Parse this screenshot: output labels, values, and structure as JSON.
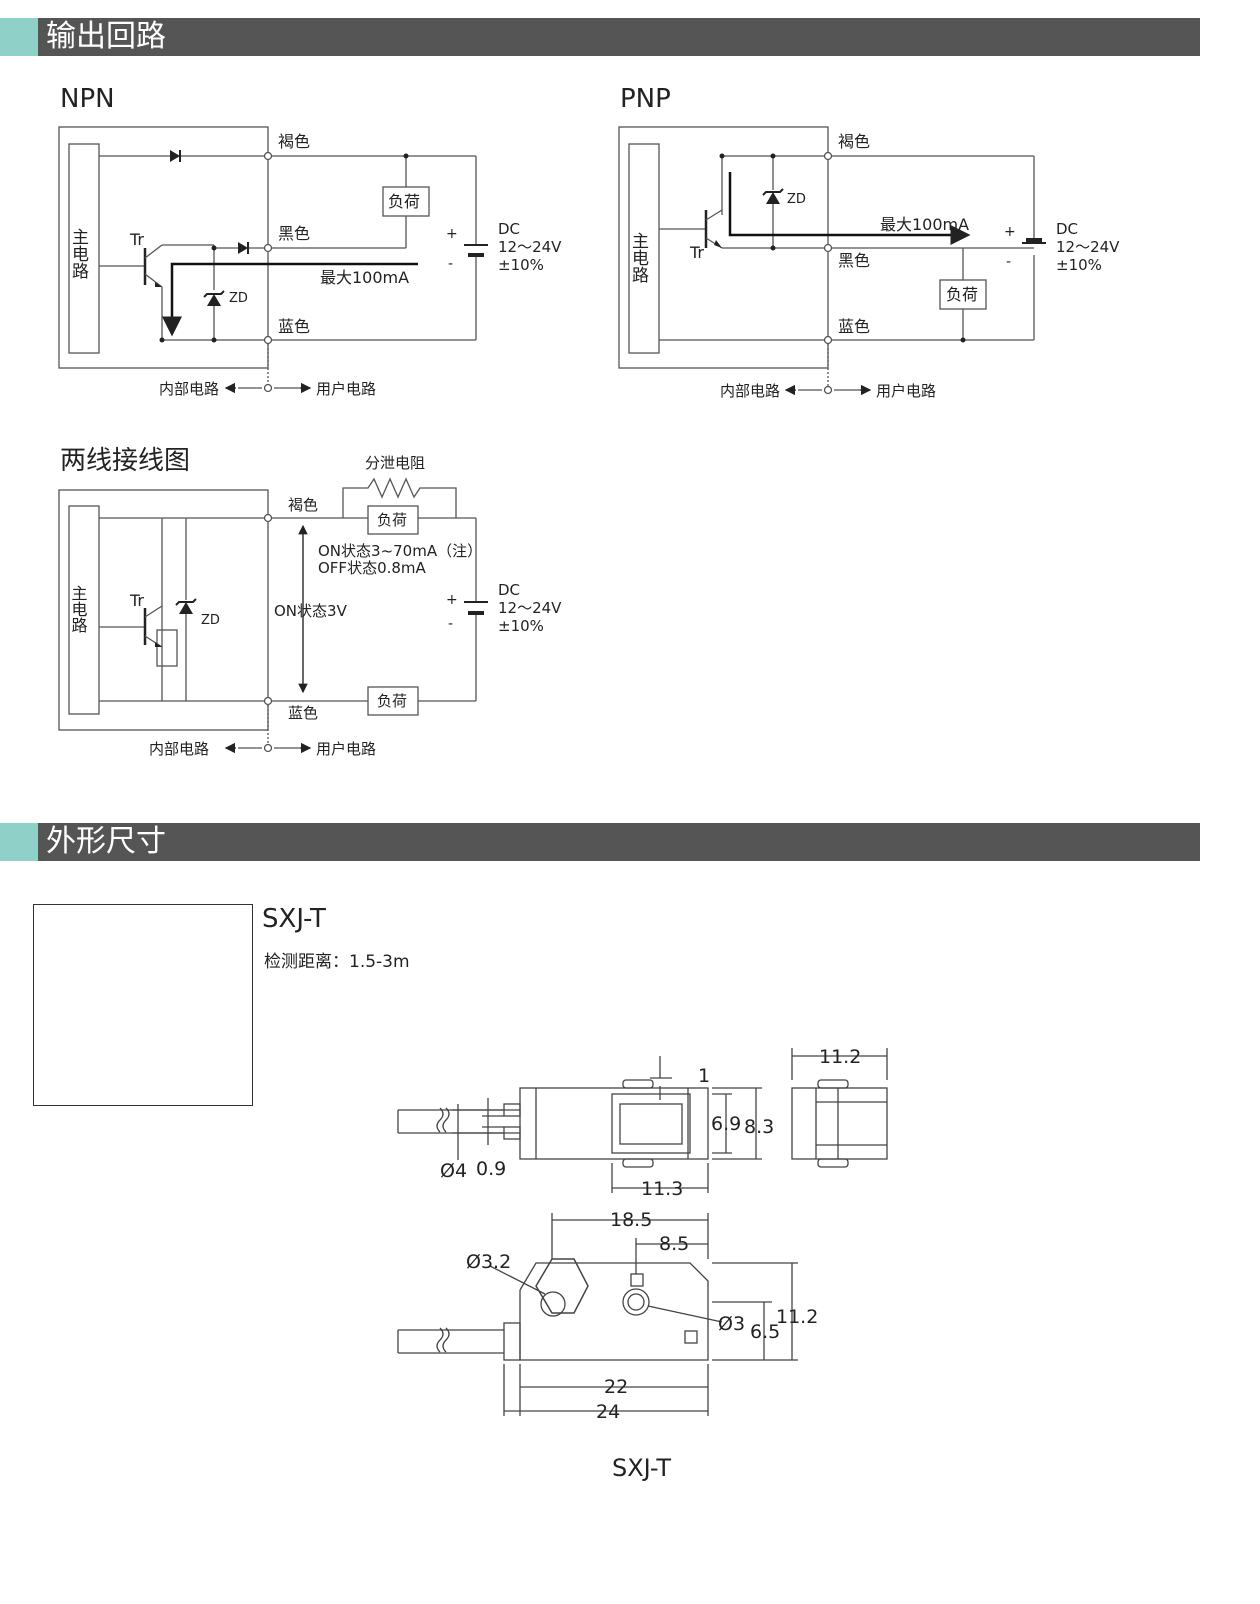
{
  "sections": {
    "output": "输出回路",
    "dimensions": "外形尺寸"
  },
  "npn": {
    "title": "NPN",
    "main_circuit": "主电路",
    "tr": "Tr",
    "zd": "ZD",
    "brown": "褐色",
    "black": "黑色",
    "blue": "蓝色",
    "load": "负荷",
    "max": "最大100mA",
    "plus": "+",
    "minus": "-",
    "dc": "DC",
    "voltage": "12～24V",
    "tolerance": "±10%",
    "internal": "内部电路",
    "user": "用户电路"
  },
  "pnp": {
    "title": "PNP",
    "main_circuit": "主电路",
    "tr": "Tr",
    "zd": "ZD",
    "brown": "褐色",
    "black": "黑色",
    "blue": "蓝色",
    "load": "负荷",
    "max": "最大100mA",
    "plus": "+",
    "minus": "-",
    "dc": "DC",
    "voltage": "12～24V",
    "tolerance": "±10%",
    "internal": "内部电路",
    "user": "用户电路"
  },
  "two_wire": {
    "title": "两线接线图",
    "main_circuit": "主电路",
    "tr": "Tr",
    "zd": "ZD",
    "bleeder": "分泄电阻",
    "brown": "褐色",
    "blue": "蓝色",
    "load_top": "负荷",
    "load_bottom": "负荷",
    "on_current": "ON状态3~70mA（注）",
    "off_current": "OFF状态0.8mA",
    "on_voltage": "ON状态3V",
    "plus": "+",
    "minus": "-",
    "dc": "DC",
    "voltage": "12～24V",
    "tolerance": "±10%",
    "internal": "内部电路",
    "user": "用户电路"
  },
  "product": {
    "model": "SXJ-T",
    "detect": "检测距离：1.5-3m",
    "caption": "SXJ-T"
  },
  "dims": {
    "d1": "1",
    "d69": "6.9",
    "d83": "8.3",
    "d112_top": "11.2",
    "d4": "Ø4",
    "d09": "0.9",
    "d113": "11.3",
    "d185": "18.5",
    "d85": "8.5",
    "d32": "Ø3.2",
    "d3": "Ø3",
    "d65": "6.5",
    "d112_side": "11.2",
    "d22": "22",
    "d24": "24"
  },
  "colors": {
    "bar": "#555555",
    "accent": "#8fd0c8",
    "line": "#555555"
  }
}
